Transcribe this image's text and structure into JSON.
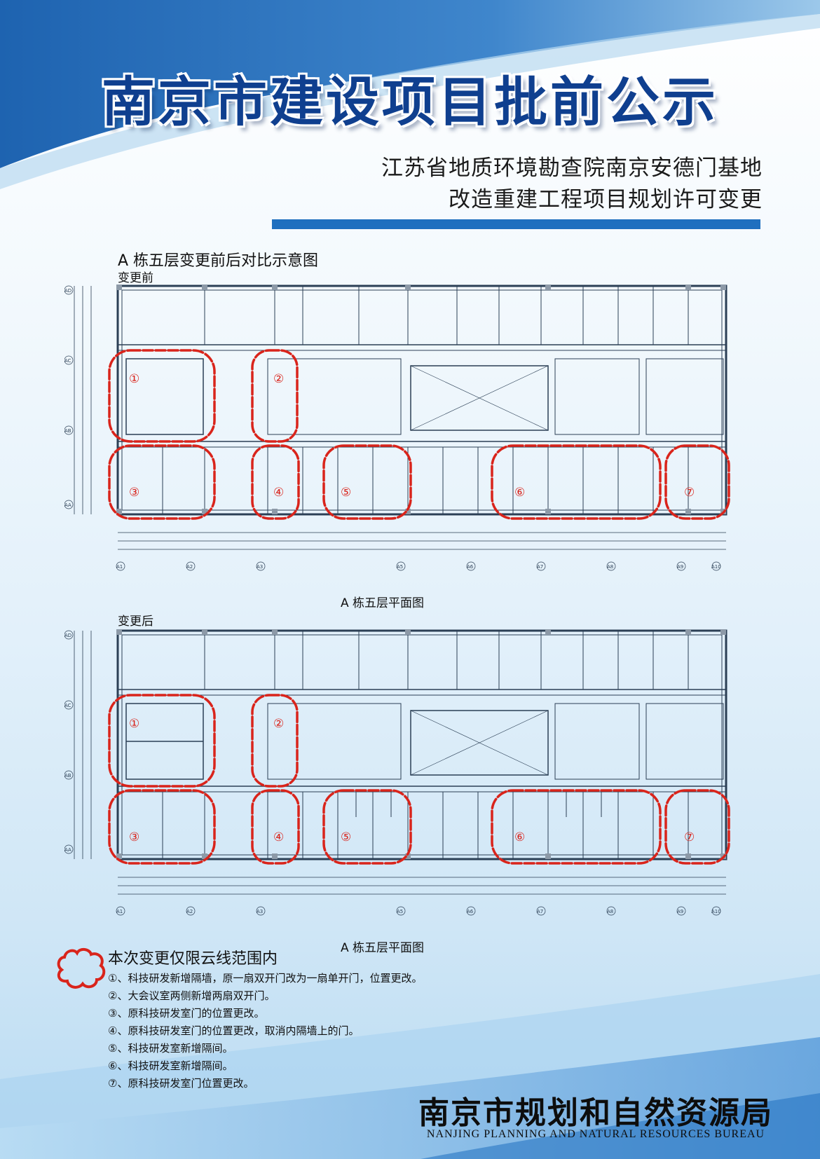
{
  "header": {
    "main_title": "南京市建设项目批前公示",
    "subtitle_line1": "江苏省地质环境勘查院南京安德门基地",
    "subtitle_line2": "改造重建工程项目规划许可变更"
  },
  "diagram": {
    "title": "A 栋五层变更前后对比示意图",
    "before_label": "变更前",
    "after_label": "变更后",
    "plan_caption": "A 栋五层平面图",
    "cloud_markers": [
      "①",
      "②",
      "③",
      "④",
      "⑤",
      "⑥",
      "⑦"
    ],
    "axis_labels_horizontal": [
      "A1",
      "A2",
      "A3",
      "A5",
      "A6",
      "A7",
      "A8",
      "A9",
      "A10"
    ],
    "axis_labels_vertical": [
      "AD",
      "AC",
      "AB",
      "AA"
    ]
  },
  "legend": {
    "title": "本次变更仅限云线范围内",
    "items": [
      "①、科技研发新增隔墙，原一扇双开门改为一扇单开门，位置更改。",
      "②、大会议室两侧新增两扇双开门。",
      "③、原科技研发室门的位置更改。",
      "④、原科技研发室门的位置更改，取消内隔墙上的门。",
      "⑤、科技研发室新增隔间。",
      "⑥、科技研发室新增隔间。",
      "⑦、原科技研发室门位置更改。"
    ]
  },
  "footer": {
    "org_name": "南京市规划和自然资源局",
    "org_name_en": "NANJING PLANNING AND NATURAL RESOURCES BUREAU"
  },
  "colors": {
    "brand_blue": "#1f6fbf",
    "title_blue": "#0f3f8f",
    "cloud_red": "#d9241b",
    "plan_line": "#2b3f55"
  }
}
